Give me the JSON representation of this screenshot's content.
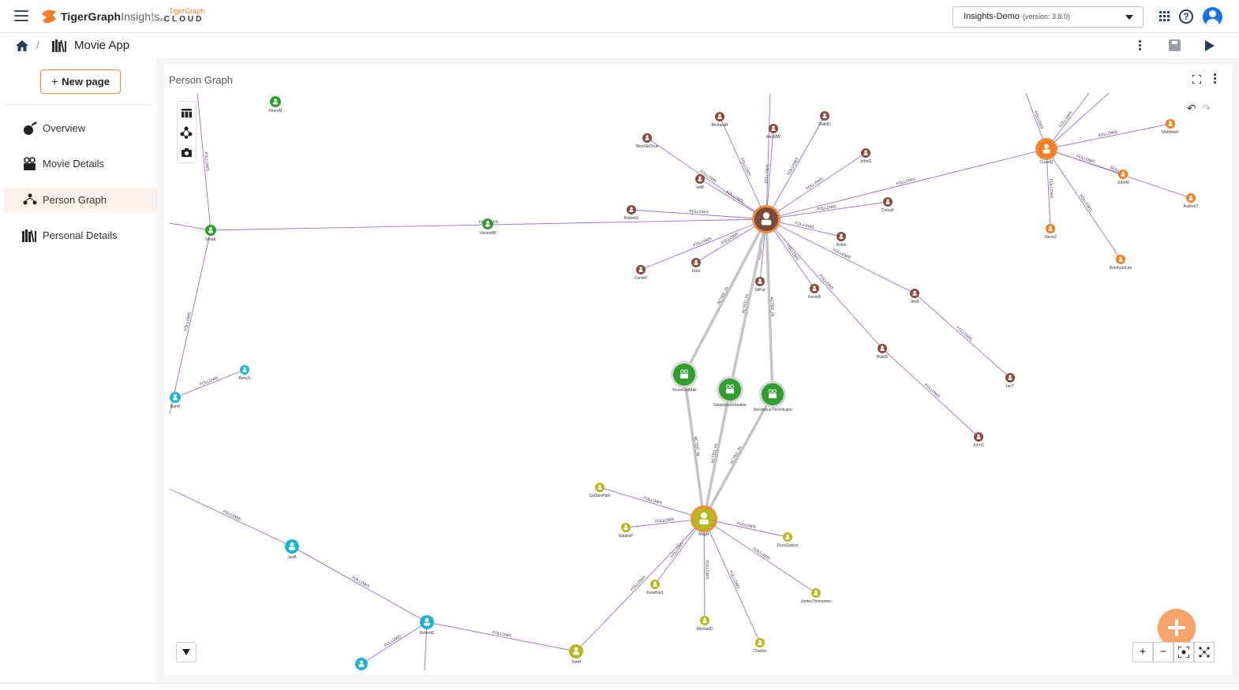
{
  "header": {
    "brand_bold": "TigerGraph",
    "brand_light": "Insights",
    "cloud_logo_top": "TigerGraph",
    "cloud_logo_prefix": "on",
    "cloud_logo_bottom": "CLOUD",
    "workspace_name": "Insights-Demo",
    "workspace_version": "(version: 3.8.0)",
    "help_glyph": "?"
  },
  "breadcrumb": {
    "separator": "/",
    "app_title": "Movie App"
  },
  "sidebar": {
    "new_page_plus": "+",
    "new_page_label": "New page",
    "items": [
      {
        "label": "Overview",
        "icon": "overview-icon"
      },
      {
        "label": "Movie Details",
        "icon": "movie-camera-icon"
      },
      {
        "label": "Person Graph",
        "icon": "people-graph-icon"
      },
      {
        "label": "Personal Details",
        "icon": "library-icon"
      }
    ]
  },
  "canvas": {
    "title": "Person Graph",
    "undo_glyph": "↶",
    "redo_glyph": "↷"
  },
  "zoom": {
    "in": "+",
    "out": "−"
  },
  "colors": {
    "accent": "#f08a3c",
    "edge_follows": "#9b6fd0",
    "edge_acted": "#c4c4c4",
    "brown": "#8b4a3c",
    "green": "#2e9e2e",
    "orange": "#f57c1f",
    "cyan": "#1fb3d1",
    "olive": "#b5b81e"
  },
  "graph": {
    "node_labels": [
      "PenryM",
      "NinaE",
      "VincentW",
      "RichardH",
      "AnuMW",
      "RabdD",
      "WooSikChun",
      "JohnG",
      "IaiM",
      "CoreyF",
      "RobertG",
      "Robin",
      "CarrieF",
      "Dina",
      "StiPut",
      "KevinB",
      "JimB",
      "RussD",
      "IanT",
      "JohnC",
      "MatthewF",
      "CruzeD",
      "JohnM",
      "AudreyT",
      "SteveZ",
      "BunKyunLee",
      "YouveGotMail",
      "SleeplessInSeattle",
      "JoeVersusTheVolcano",
      "BenyS",
      "BunH",
      "JanB",
      "RobertZ",
      "TomH",
      "SoDamPark",
      "NatalieF",
      "MegR",
      "ZuzaSawicz",
      "JonathanL",
      "JamesThompson",
      "MichaelD",
      "Charles"
    ],
    "edge_labels": {
      "follows": "FOLLOWS",
      "acted_in": "ACTED_IN"
    }
  }
}
